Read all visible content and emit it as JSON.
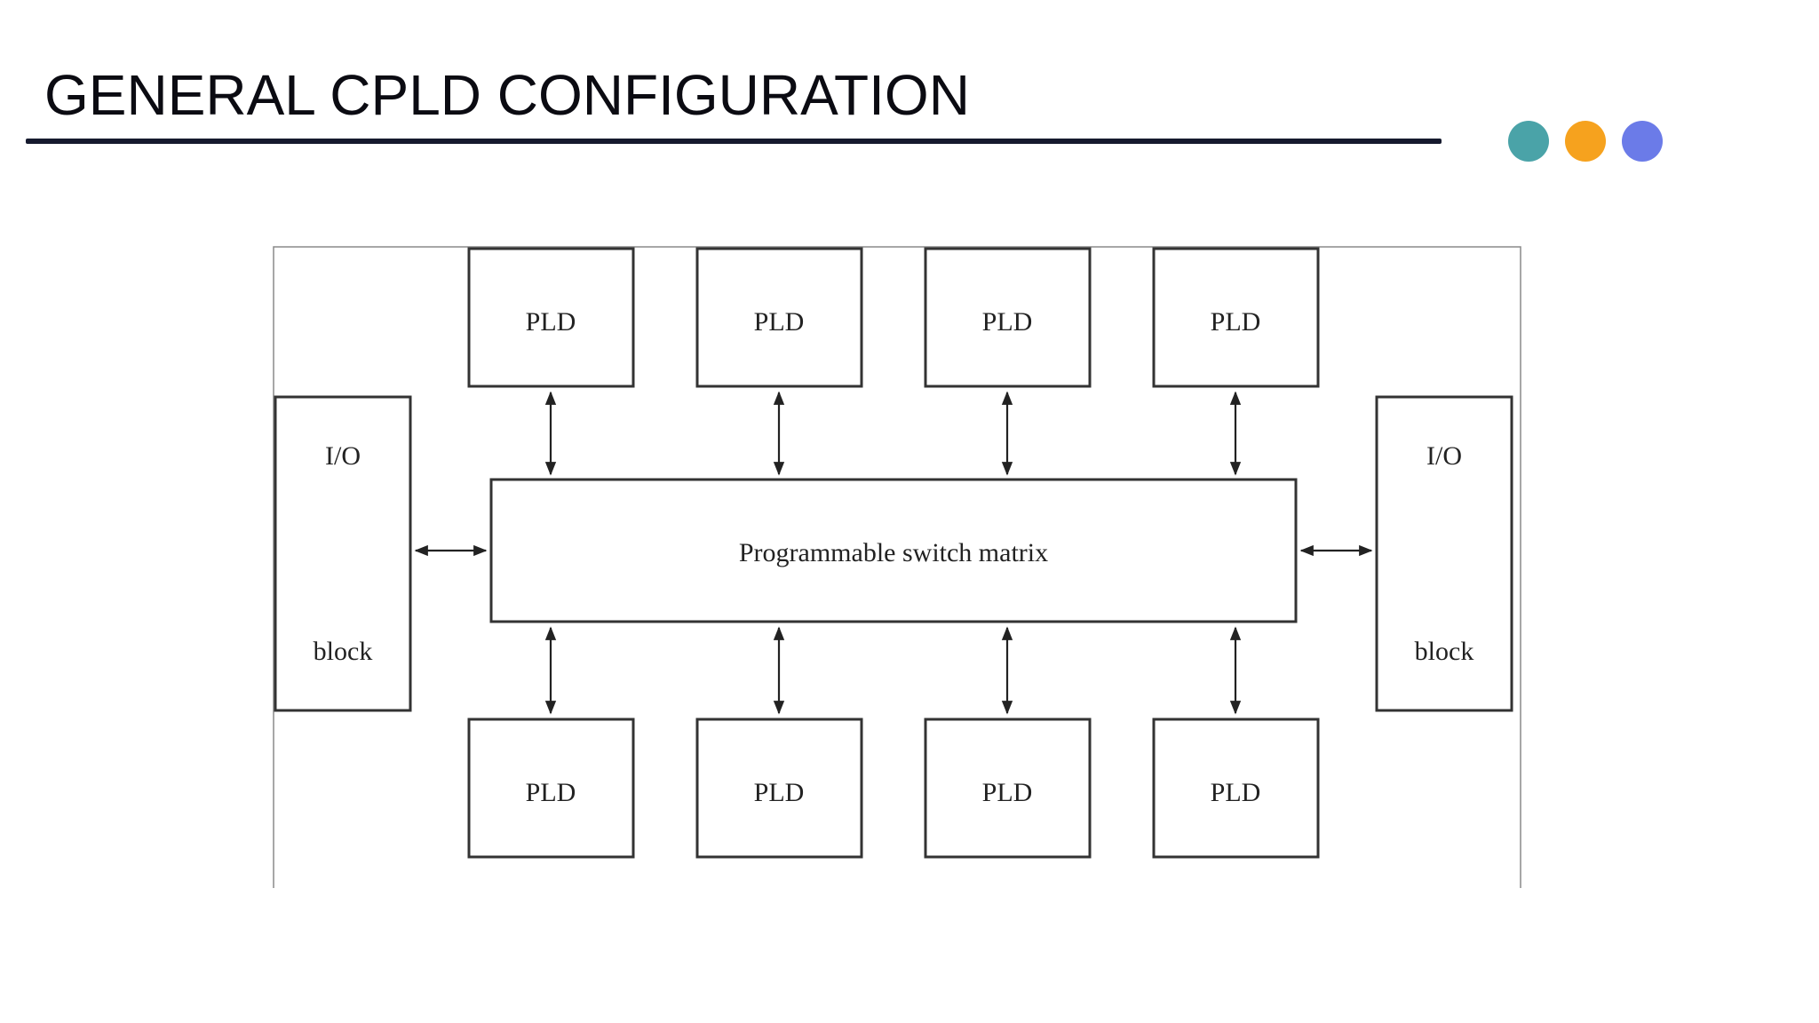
{
  "slide": {
    "title": "GENERAL CPLD CONFIGURATION",
    "dots": [
      {
        "name": "teal-dot",
        "color": "#4aa3a8"
      },
      {
        "name": "orange-dot",
        "color": "#f6a21e"
      },
      {
        "name": "blue-dot",
        "color": "#6b7be8"
      }
    ]
  },
  "diagram": {
    "top_plds": [
      "PLD",
      "PLD",
      "PLD",
      "PLD"
    ],
    "bottom_plds": [
      "PLD",
      "PLD",
      "PLD",
      "PLD"
    ],
    "left_io": {
      "line1": "I/O",
      "line2": "block"
    },
    "right_io": {
      "line1": "I/O",
      "line2": "block"
    },
    "switch_matrix": "Programmable switch matrix"
  }
}
